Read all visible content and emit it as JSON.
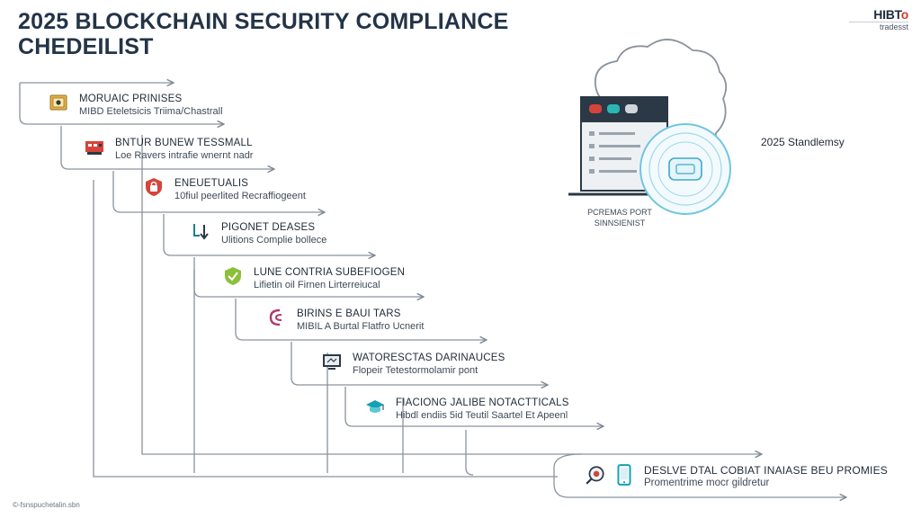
{
  "title": {
    "line1": "2025 BLOCKCHAIN SECURITY COMPLIANCE",
    "line2": "CHEDEILIST"
  },
  "brand": {
    "name": "HIBT",
    "mark": "o",
    "sub": "tradesst",
    "tagline": ""
  },
  "steps": [
    {
      "head": "MORUAIC PRINISES",
      "sub": "MIBD Eteletsicis Triima/Chastrall",
      "icon": "safe-icon"
    },
    {
      "head": "BNTUR BUNEW TESSMALL",
      "sub": "Loe Ravers intrafie wnernt nadr",
      "icon": "server-icon"
    },
    {
      "head": "ENEUETUALIS",
      "sub": "10fiul peerlited Recraffiogeent",
      "icon": "lock-shield-icon"
    },
    {
      "head": "PIGONET DEASES",
      "sub": "Ulitions Complie bollece",
      "icon": "download-bracket-icon"
    },
    {
      "head": "LUNE CONTRIA SUBEFIOGEN",
      "sub": "Lifietin oil Firnen Lirterreiucal",
      "icon": "green-shield-icon"
    },
    {
      "head": "BIRINS E BAUI TARS",
      "sub": "MIBIL A Burtal Flatfro Ucnerit",
      "icon": "c-brackets-icon"
    },
    {
      "head": "WATORESCTAS DARINAUCES",
      "sub": "Flopeir Tetestormolamir pont",
      "icon": "monitor-icon"
    },
    {
      "head": "FIACIONG JALIBE NOTACTTICALS",
      "sub": "Hibdl endiis 5id Teutil Saartel Et Apeenl",
      "icon": "cap-icon"
    }
  ],
  "final_step": {
    "head": "DESLVE DTAL COBIAT INAIASE BEU PROMIES",
    "sub": "Promentrime mocr gildretur"
  },
  "illustration": {
    "caption_line1": "PCREMAS PORT",
    "caption_line2": "SINNSIENIST"
  },
  "standard_label": "2025 Standlemsy",
  "footer": "©-fsnspuchetalin.sbn",
  "colors": {
    "accent_teal": "#16a0b4",
    "accent_red": "#d5443a",
    "title": "#233447",
    "connector": "#8a939c"
  }
}
